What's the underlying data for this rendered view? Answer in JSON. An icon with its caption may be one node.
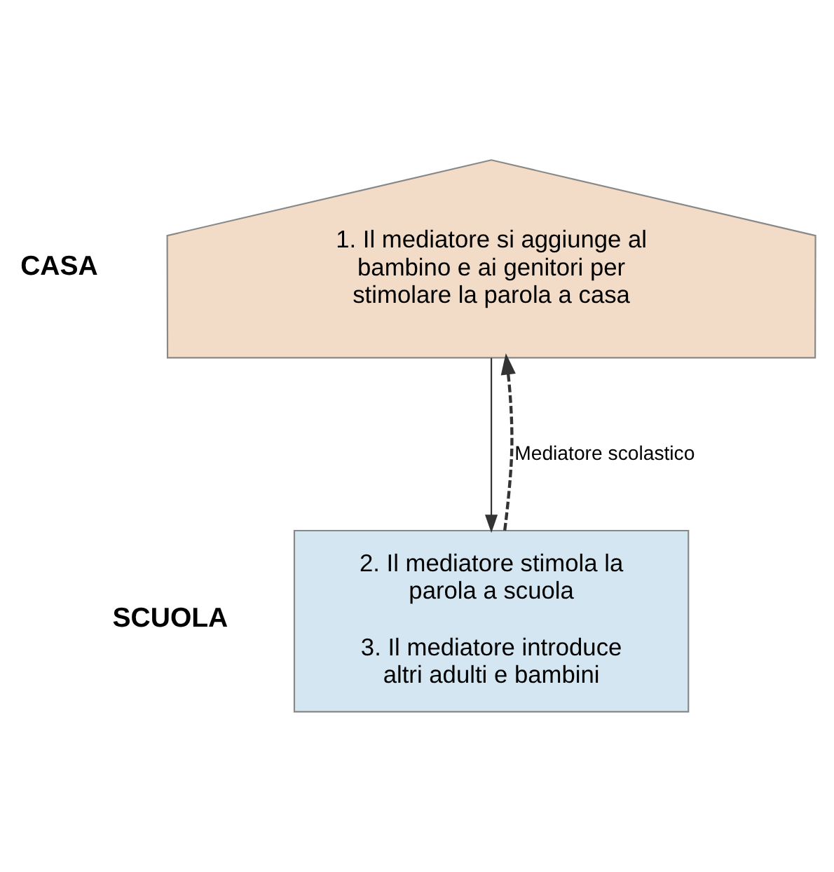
{
  "diagram": {
    "nodes": [
      {
        "text": [
          "1. Il mediatore si aggiunge al bambino e ai genitori per stimolare la parola a casa"
        ],
        "beside": [
          "CASA"
        ]
      },
      {
        "text": [
          "2. Il mediatore stimola la parola a scuola",
          "3. Il mediatore introduce altri adulti e bambini"
        ],
        "beside": [
          "SCUOLA"
        ]
      }
    ],
    "edges": [
      {
        "from": 1,
        "to": 0,
        "arrow": "to",
        "style": "dashed",
        "label": "Mediatore scolastico"
      },
      {
        "from": 0,
        "to": 1,
        "arrow": "to"
      }
    ]
  }
}
